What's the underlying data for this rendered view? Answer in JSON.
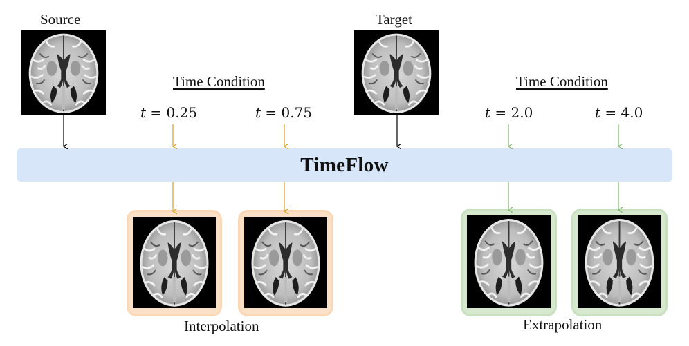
{
  "labels": {
    "source": "Source",
    "target": "Target",
    "time_condition_left": "Time Condition",
    "time_condition_right": "Time Condition",
    "model": "TimeFlow",
    "interpolation": "Interpolation",
    "extrapolation": "Extrapolation"
  },
  "time_values": [
    {
      "var": "t",
      "op": " = ",
      "value": "0.25"
    },
    {
      "var": "t",
      "op": " = ",
      "value": "0.75"
    },
    {
      "var": "t",
      "op": " = ",
      "value": "2.0"
    },
    {
      "var": "t",
      "op": " = ",
      "value": "4.0"
    }
  ],
  "colors": {
    "interpolation": "#d4a21c",
    "extrapolation": "#7fb56e",
    "input": "#000000",
    "bar": "#d7e6f8",
    "orange_frame": "#fbe0c8",
    "green_frame": "#d6e9cf"
  }
}
